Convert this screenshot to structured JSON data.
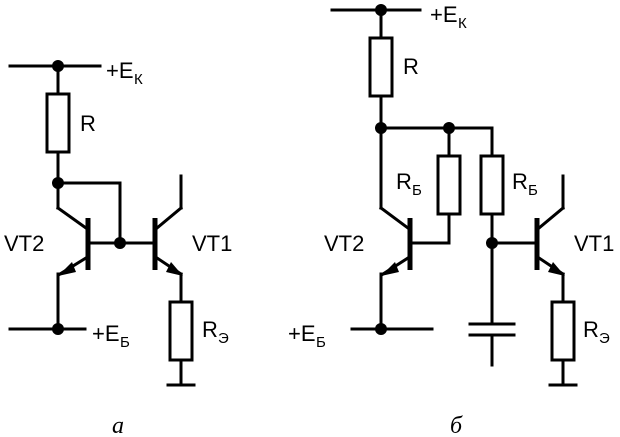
{
  "circuit_a": {
    "supply_label": "+E",
    "supply_sub": "К",
    "bias_label": "+E",
    "bias_sub": "Б",
    "resistor_r": "R",
    "resistor_re": "R",
    "resistor_re_sub": "Э",
    "transistor_left": "VT2",
    "transistor_right": "VT1",
    "caption": "а"
  },
  "circuit_b": {
    "supply_label": "+E",
    "supply_sub": "К",
    "bias_label": "+E",
    "bias_sub": "Б",
    "resistor_r": "R",
    "resistor_rb1": "R",
    "resistor_rb1_sub": "Б",
    "resistor_rb2": "R",
    "resistor_rb2_sub": "Б",
    "resistor_re": "R",
    "resistor_re_sub": "Э",
    "transistor_left": "VT2",
    "transistor_right": "VT1",
    "caption": "б"
  }
}
